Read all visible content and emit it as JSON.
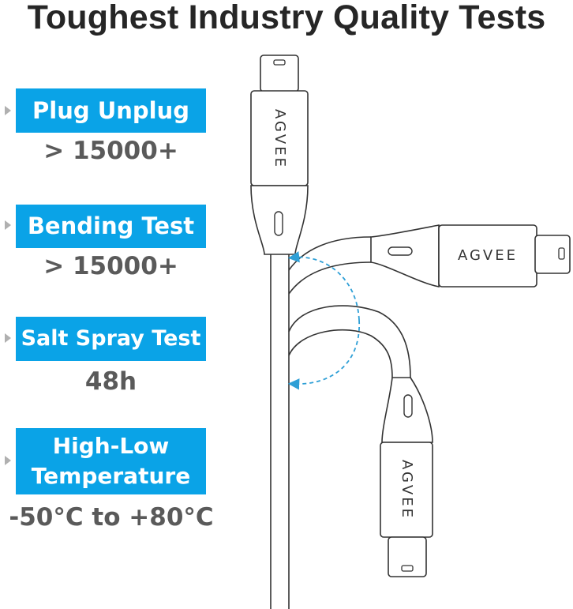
{
  "title": "Toughest Industry Quality Tests",
  "tests": [
    {
      "label": "Plug Unplug",
      "value": "> 15000+"
    },
    {
      "label": "Bending Test",
      "value": "> 15000+"
    },
    {
      "label": "Salt Spray Test",
      "value": "48h"
    },
    {
      "label_line1": "High-Low",
      "label_line2": "Temperature",
      "value": "-50°C to +80°C"
    }
  ],
  "brand": "AGVEE",
  "colors": {
    "accent": "#0aa3e7",
    "title": "#262626",
    "value_text": "#5a5a5a",
    "arrow_dash": "#2e9fd6"
  }
}
